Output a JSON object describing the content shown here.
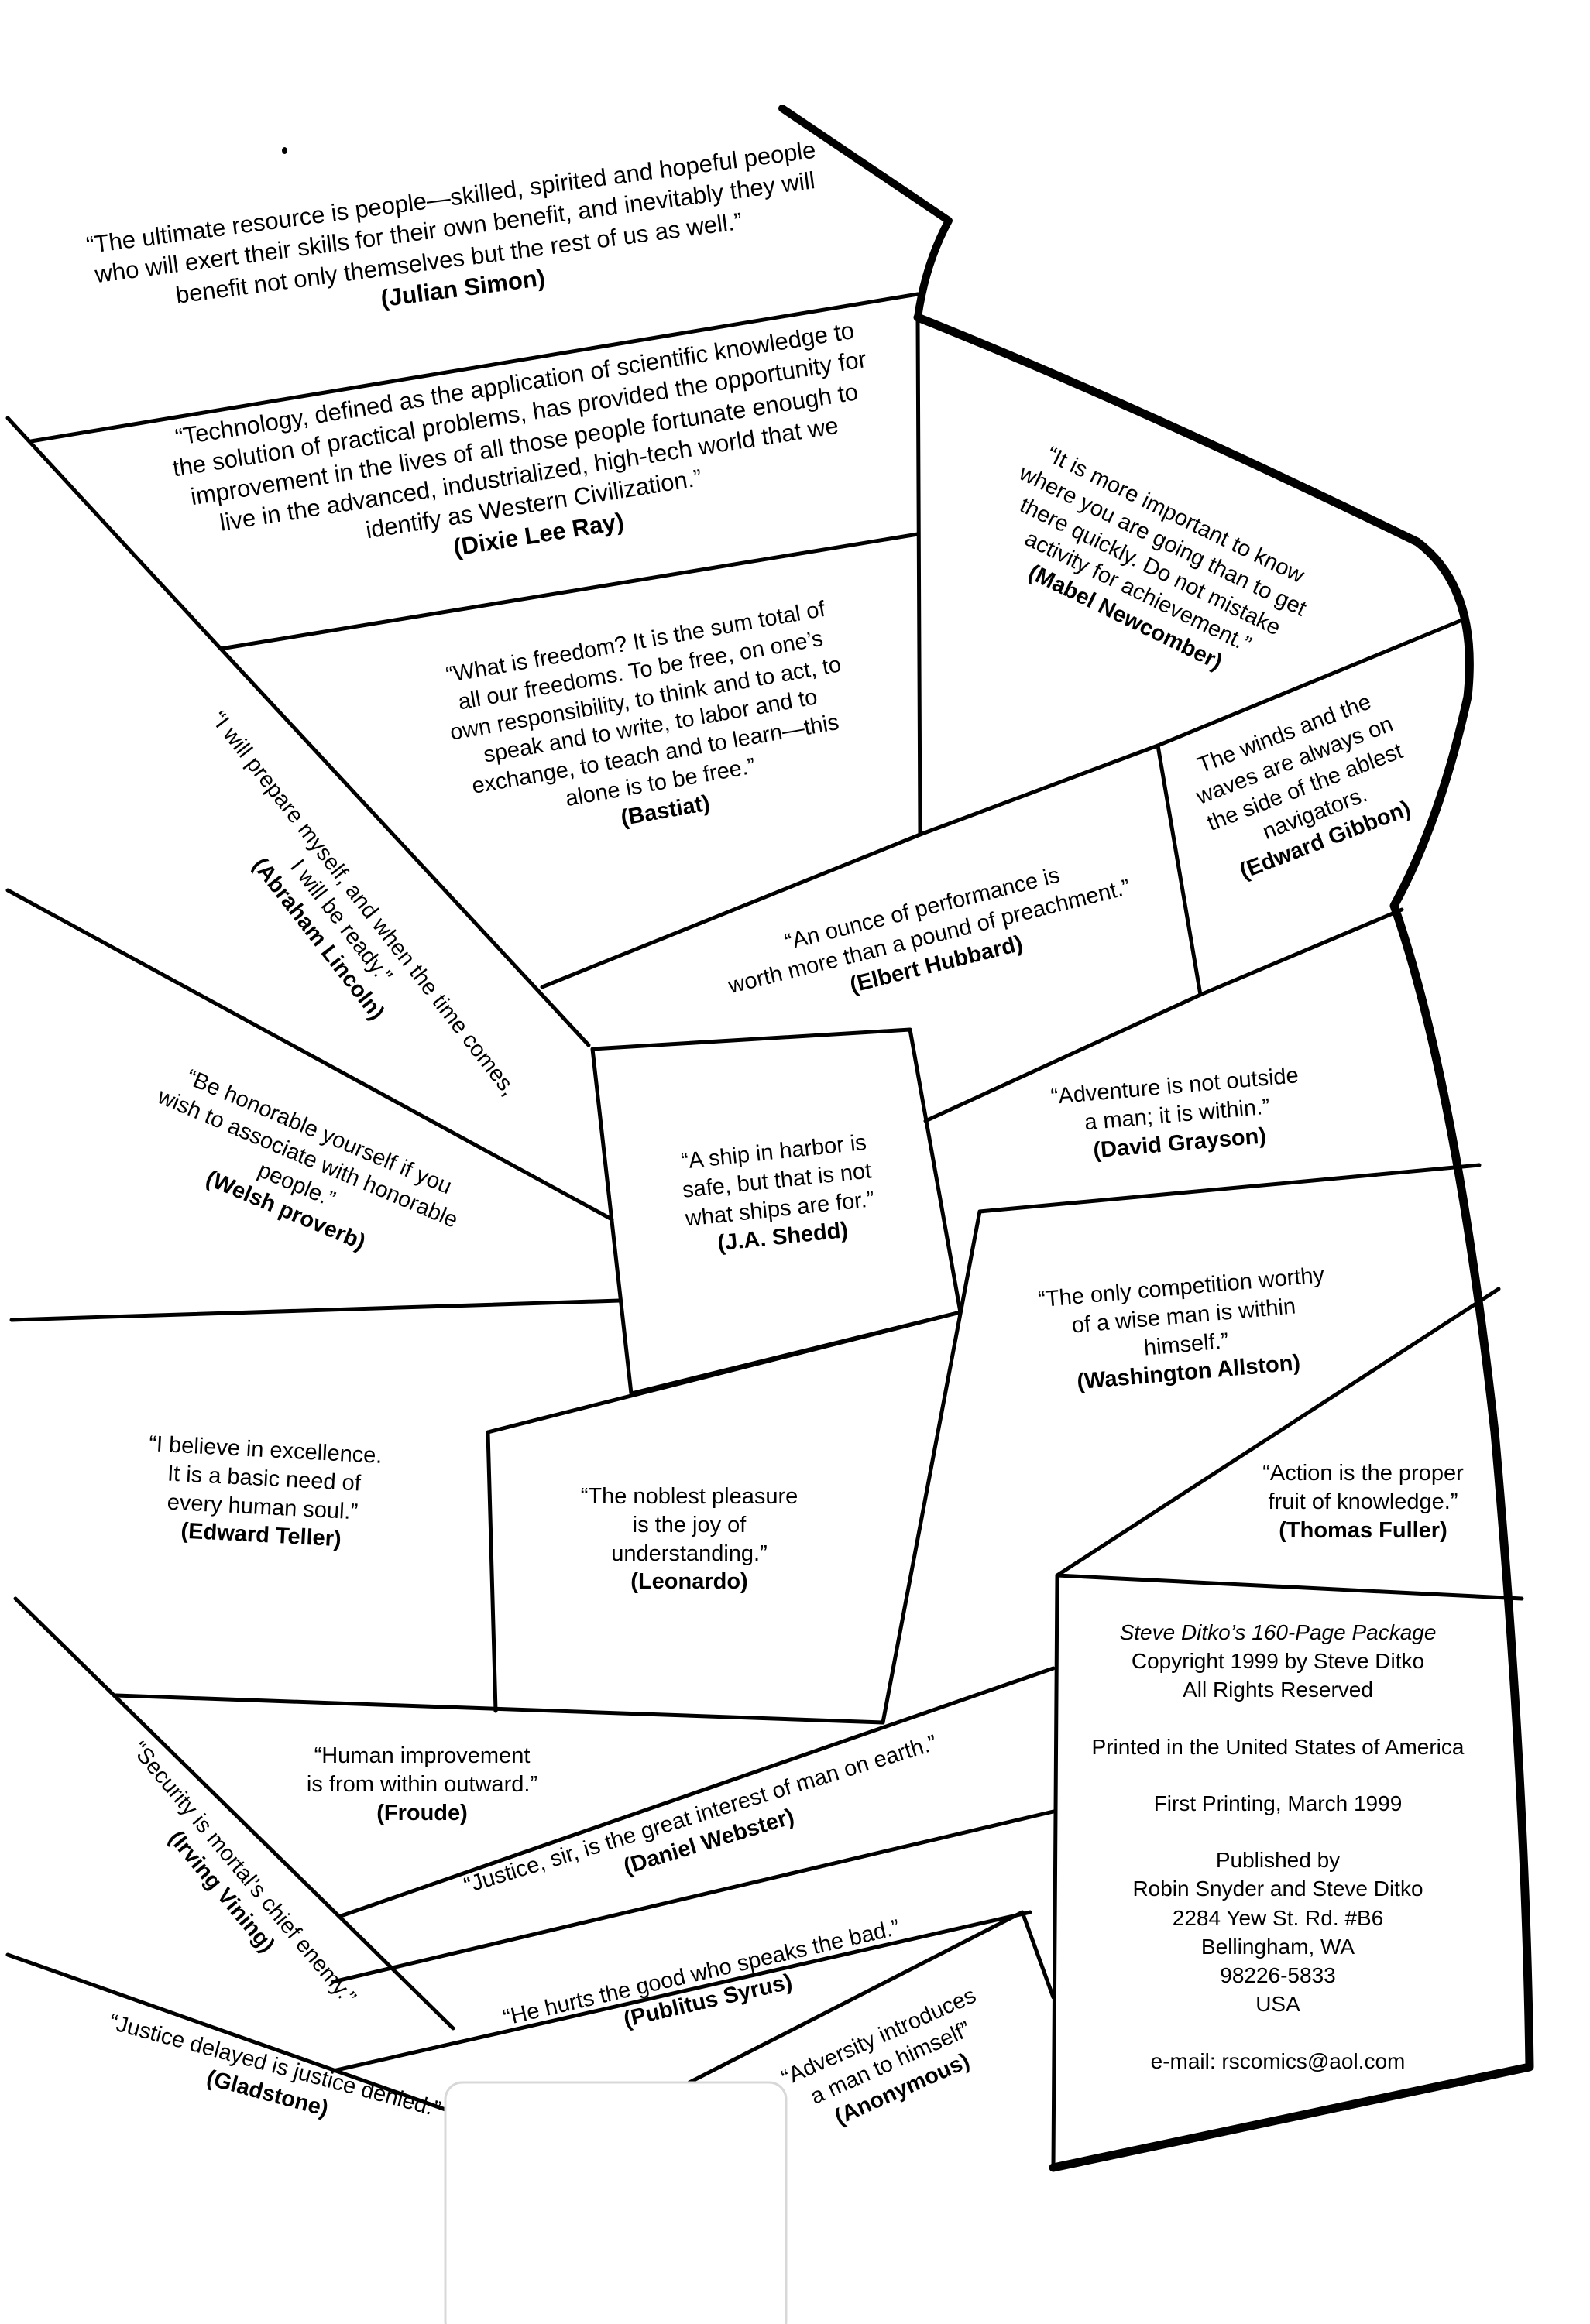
{
  "quotes": [
    {
      "id": "simon",
      "text": "“The ultimate resource is people—skilled, spirited and hopeful people\nwho will exert their skills for their own benefit, and inevitably they will\nbenefit not only themselves but the rest of us as well.”",
      "author": "(Julian Simon)"
    },
    {
      "id": "ray",
      "text": "“Technology, defined as the application of scientific knowledge to\nthe solution of practical problems, has provided the opportunity for\nimprovement in the lives of all those people fortunate enough to\nlive in the advanced, industrialized, high-tech world that we\nidentify as Western Civilization.”",
      "author": "(Dixie Lee Ray)"
    },
    {
      "id": "newcomber",
      "text": "“It is more important to know\nwhere you are going than to get\nthere quickly. Do not mistake\nactivity for achievement.”",
      "author": "(Mabel Newcomber)"
    },
    {
      "id": "bastiat",
      "text": "“What is freedom? It is the sum total of\nall our freedoms. To be free, on one’s\nown responsibility, to think and to act, to\nspeak and to write, to labor and to\nexchange, to teach and to learn—this\nalone is to be free.”",
      "author": "(Bastiat)"
    },
    {
      "id": "lincoln",
      "text": "“I will prepare myself, and when the time comes,\nI will be ready.”",
      "author": "(Abraham Lincoln)"
    },
    {
      "id": "gibbon",
      "text": "The winds and the\nwaves are always on\nthe side of the ablest\nnavigators.",
      "author": "(Edward Gibbon)"
    },
    {
      "id": "hubbard",
      "text": "“An ounce of performance is\nworth more than a pound of preachment.”",
      "author": "(Elbert Hubbard)"
    },
    {
      "id": "welsh",
      "text": "“Be honorable yourself if you\nwish to associate with honorable\npeople.”",
      "author": "(Welsh proverb)"
    },
    {
      "id": "shedd",
      "text": "“A ship in harbor is\nsafe,  but that is not\nwhat ships are for.”",
      "author": "(J.A. Shedd)"
    },
    {
      "id": "grayson",
      "text": "“Adventure is not outside\na man; it is within.”",
      "author": "(David Grayson)"
    },
    {
      "id": "allston",
      "text": "“The only competition worthy\nof a wise man is within\nhimself.”",
      "author": "(Washington Allston)"
    },
    {
      "id": "teller",
      "text": "“I believe in excellence.\nIt is a basic need of\nevery human soul.”",
      "author": "(Edward Teller)"
    },
    {
      "id": "leonardo",
      "text": "“The noblest pleasure\nis the joy of\nunderstanding.”",
      "author": "(Leonardo)"
    },
    {
      "id": "fuller",
      "text": "“Action is the proper\nfruit of  knowledge.”",
      "author": "(Thomas Fuller)"
    },
    {
      "id": "froude",
      "text": "“Human improvement\nis from within outward.”",
      "author": "(Froude)"
    },
    {
      "id": "vining",
      "text": "“Security is mortal’s chief enemy.”",
      "author": "(Irving Vining)"
    },
    {
      "id": "webster",
      "text": "“Justice, sir, is the great interest of man on earth.”",
      "author": "(Daniel Webster)"
    },
    {
      "id": "syrus",
      "text": "“He hurts the good who speaks the bad.”",
      "author": "(Publitus Syrus)"
    },
    {
      "id": "anonymous",
      "text": "“Adversity introduces\na man to himself”",
      "author": "(Anonymous)"
    },
    {
      "id": "gladstone",
      "text": "“Justice delayed is justice denied.”",
      "author": "(Gladstone)"
    }
  ],
  "imprint": {
    "title": "Steve Ditko’s 160-Page Package",
    "copyright": "Copyright 1999 by Steve Ditko\nAll Rights Reserved",
    "printed": "Printed in the United States of America",
    "first_printing": "First Printing, March 1999",
    "published": "Published by\nRobin Snyder and Steve Ditko\n2284 Yew St. Rd. #B6\nBellingham, WA\n98226-5833\nUSA",
    "email": "e-mail: rscomics@aol.com"
  }
}
